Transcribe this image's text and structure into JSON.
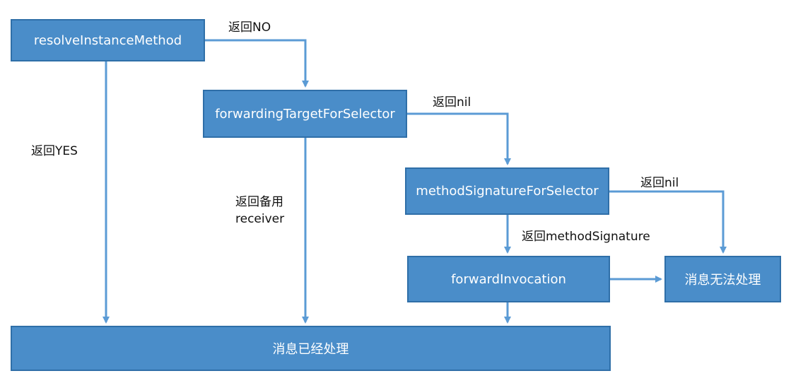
{
  "nodes": {
    "resolve_instance_method": "resolveInstanceMethod",
    "forwarding_target": "forwardingTargetForSelector",
    "method_signature": "methodSignatureForSelector",
    "forward_invocation": "forwardInvocation",
    "cannot_handle": "消息无法处理",
    "message_handled": "消息已经处理"
  },
  "edge_labels": {
    "return_no": "返回NO",
    "return_yes": "返回YES",
    "return_nil_1": "返回nil",
    "return_backup_line1": "返回备用",
    "return_backup_line2": "receiver",
    "return_nil_2": "返回nil",
    "return_method_signature": "返回methodSignature"
  },
  "colors": {
    "box_fill": "#4a8dc9",
    "box_border": "#2f6fa8",
    "arrow": "#5b9bd5"
  }
}
